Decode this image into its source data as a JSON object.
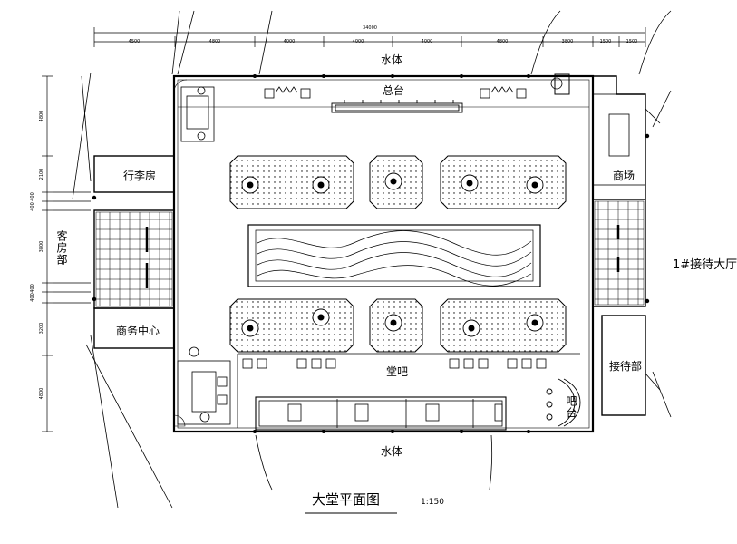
{
  "plan": {
    "title": "大堂平面图",
    "scale": "1:150",
    "labels": {
      "water_top": "水体",
      "water_bottom": "水体",
      "front_desk": "总台",
      "luggage_room": "行李房",
      "guest_rooms": "客房部",
      "business_center": "商务中心",
      "shop": "商场",
      "lobby_bar": "堂吧",
      "bar_counter": "吧台",
      "reception": "接待部",
      "reception_hall": "1#接待大厅"
    },
    "dims_top": {
      "total": "34000",
      "segments": [
        "4500",
        "4800",
        "4000",
        "4000",
        "4000",
        "4800",
        "3800",
        "1500",
        "1500"
      ]
    },
    "dims_left": {
      "segments": [
        "4800",
        "2100",
        "400",
        "400",
        "3800",
        "400",
        "400",
        "3200",
        "4800"
      ]
    }
  }
}
